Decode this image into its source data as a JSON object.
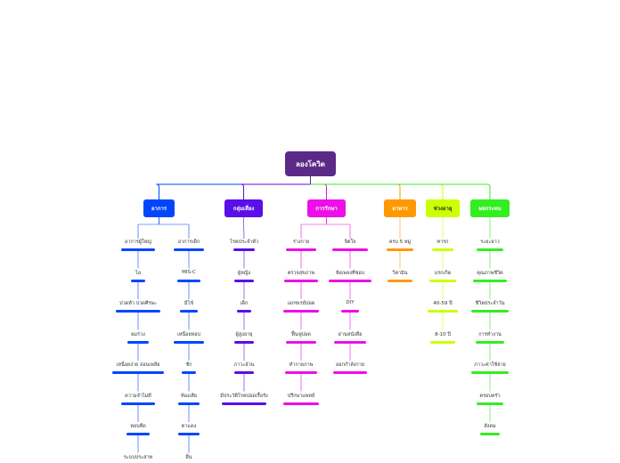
{
  "root": {
    "label": "ลองโควิด",
    "color": "#5b2a86"
  },
  "branches": [
    {
      "label": "อาการ",
      "color": "#0046ff",
      "text_color": "#ffffff",
      "columns": [
        [
          "อาการผู้ใหญ่",
          "ไอ",
          "ปวดหัว ปวดศีรษะ",
          "ผมร่วง",
          "เหนื่อยง่าย อ่อนเพลีย",
          "ความจำไม่ดี",
          "หอบหืด",
          "ระบบประสาท"
        ],
        [
          "อาการเด็ก",
          "MIS-C",
          "มีไข้",
          "เหนื่อยหอบ",
          "ชัก",
          "ท้องเสีย",
          "ตาแดง",
          "ผื่น"
        ]
      ]
    },
    {
      "label": "กลุ่มเสี่ยง",
      "color": "#5a0ee8",
      "text_color": "#ffffff",
      "columns": [
        [
          "โรคประจำตัว",
          "ผู้หญิง",
          "เด็ก",
          "ผู้สูงอายุ",
          "ภาวะอ้วน",
          "มีประวัติโรคปอดเรื้อรัง"
        ]
      ]
    },
    {
      "label": "การรักษา",
      "color": "#ee0ee8",
      "text_color": "#ffffff",
      "columns": [
        [
          "ร่างกาย",
          "ตรวจสุขภาพ",
          "เอกซเรย์ปอด",
          "ฟื้นฟูปอด",
          "ทำกายภาพ",
          "ปรึกษาแพทย์"
        ],
        [
          "จิตใจ",
          "ฟังเพลงที่ชอบ",
          "DIY",
          "อ่านหนังสือ",
          "ออกกำลังกาย"
        ]
      ]
    },
    {
      "label": "อาหาร",
      "color": "#ff9900",
      "text_color": "#ffffff",
      "columns": [
        [
          "ครบ 5 หมู่",
          "วิตามิน"
        ]
      ]
    },
    {
      "label": "ช่วงอายุ",
      "color": "#ccff00",
      "text_color": "#333333",
      "columns": [
        [
          "ทารก",
          "แรกเกิด",
          "40-59 ปี",
          "8-10 ปี"
        ]
      ]
    },
    {
      "label": "ผลกระทบ",
      "color": "#33ee22",
      "text_color": "#ffffff",
      "columns": [
        [
          "ระยะยาว",
          "คุณภาพชีวิต",
          "ชีวิตประจำวัน",
          "การทำงาน",
          "ภาวะค่าใช้จ่าย",
          "ครอบครัว",
          "สังคม"
        ]
      ]
    }
  ]
}
